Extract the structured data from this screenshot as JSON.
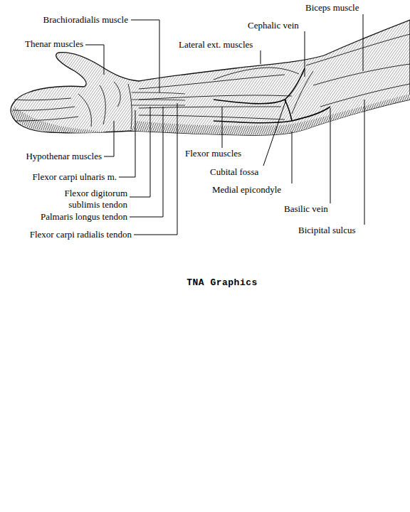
{
  "diagram": {
    "labels": [
      "Biceps muscle",
      "Brachioradialis muscle",
      "Cephalic vein",
      "Thenar muscles",
      "Lateral ext. muscles",
      "Hypothenar muscles",
      "Flexor muscles",
      "Cubital fossa",
      "Flexor carpi ulnaris m.",
      "Medial epicondyle",
      "Flexor digitorum sublimis tendon",
      "Palmaris longus tendon",
      "Basilic vein",
      "Flexor carpi radialis tendon",
      "Bicipital sulcus",
      "TNA Graphics"
    ]
  }
}
